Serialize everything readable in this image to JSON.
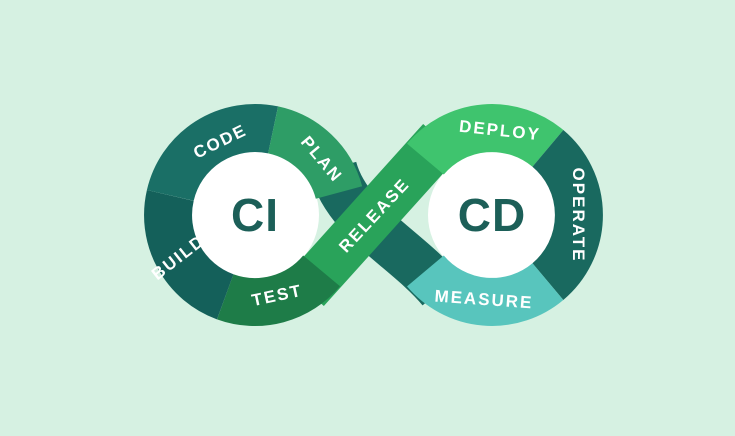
{
  "diagram": {
    "title_left": "CI",
    "title_right": "CD",
    "stages": {
      "code": "CODE",
      "plan": "PLAN",
      "build": "BUILD",
      "test": "TEST",
      "release": "RELEASE",
      "deploy": "DEPLOY",
      "operate": "OPERATE",
      "measure": "MEASURE"
    }
  },
  "colors": {
    "background": "#d6f1e2",
    "hole": "#ffffff",
    "code": "#1a6f66",
    "plan": "#2e9d66",
    "build": "#14605a",
    "test": "#1e7c48",
    "release": "#29a35a",
    "deploy": "#3fc46e",
    "operate": "#19695f",
    "measure": "#58c5bd",
    "label_text": "#ffffff",
    "ci_cd_text": "#1c5f58"
  }
}
